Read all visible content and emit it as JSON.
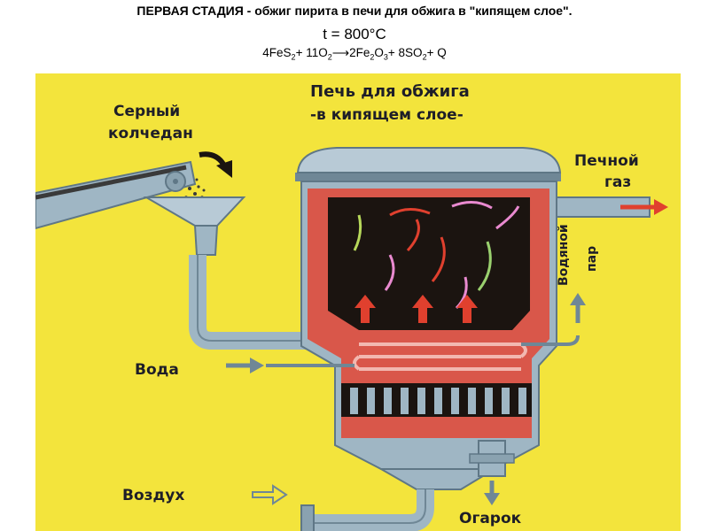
{
  "header": {
    "title": "ПЕРВАЯ СТАДИЯ - обжиг пирита в печи для обжига в \"кипящем слое\".",
    "temperature": "t = 800°C",
    "equation": {
      "r1": "4FeS",
      "r1_sub": "2",
      "plus1": " + 11O",
      "r2_sub": "2",
      "arrow": " ⟶ ",
      "p1": "2Fe",
      "p1_sub1": "2",
      "p1_o": "O",
      "p1_sub2": "3",
      "plus2": " + 8SO",
      "p2_sub": "2",
      "tail": " + Q"
    }
  },
  "diagram": {
    "colors": {
      "background": "#f3e43c",
      "metal": "#9fb6c4",
      "metal_dark": "#6f8796",
      "lining": "#d9574a",
      "chamber": "#1b1410",
      "arrow": "#e0402e"
    },
    "labels": {
      "furnace_line1": "Печь для обжига",
      "furnace_line2": "-в кипящем слое-",
      "pyrite_line1": "Серный",
      "pyrite_line2": "колчедан",
      "gas_line1": "Печной",
      "gas_line2": "газ",
      "steam_line1": "Водяной",
      "steam_line2": "пар",
      "water": "Вода",
      "air": "Воздух",
      "cinder": "Огарок"
    }
  }
}
